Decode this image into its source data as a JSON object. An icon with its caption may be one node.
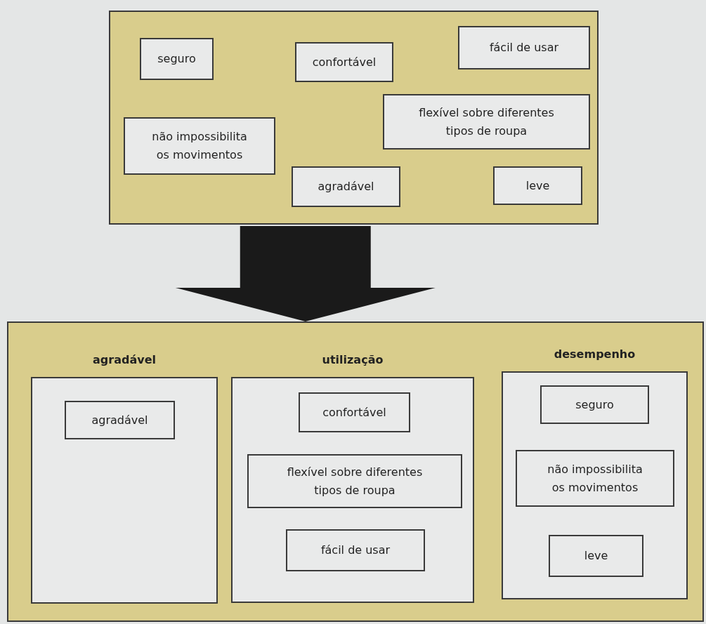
{
  "diagram": {
    "nodes": [
      {
        "text": [],
        "shape": "box"
      },
      {
        "text": [
          "seguro"
        ],
        "in": 0
      },
      {
        "text": [
          "confortável"
        ],
        "in": 0
      },
      {
        "text": [
          "fácil de usar"
        ],
        "in": 0
      },
      {
        "text": [
          "não impossibilita os movimentos"
        ],
        "in": 0
      },
      {
        "text": [
          "flexível sobre diferentes tipos de roupa"
        ],
        "in": 0
      },
      {
        "text": [
          "agradável"
        ],
        "in": 0
      },
      {
        "text": [
          "leve"
        ],
        "in": 0
      },
      {
        "text": [],
        "shape": "box"
      },
      {
        "text": [
          "agradável"
        ],
        "in": 8
      },
      {
        "text": [
          "agradável"
        ],
        "in": 9
      },
      {
        "text": [
          "utilização"
        ],
        "in": 8
      },
      {
        "text": [
          "confortável"
        ],
        "in": 11
      },
      {
        "text": [
          "flexível sobre diferentes tipos de roupa"
        ],
        "in": 11
      },
      {
        "text": [
          "fácil de usar"
        ],
        "in": 11
      },
      {
        "text": [
          "desempenho"
        ],
        "in": 8
      },
      {
        "text": [
          "seguro"
        ],
        "in": 15
      },
      {
        "text": [
          "não impossibilita os movimentos"
        ],
        "in": 15
      },
      {
        "text": [
          "leve"
        ],
        "in": 15
      }
    ],
    "edges": [
      {
        "from": 0,
        "to": 8,
        "arrow": "to",
        "style": "thick"
      }
    ]
  }
}
